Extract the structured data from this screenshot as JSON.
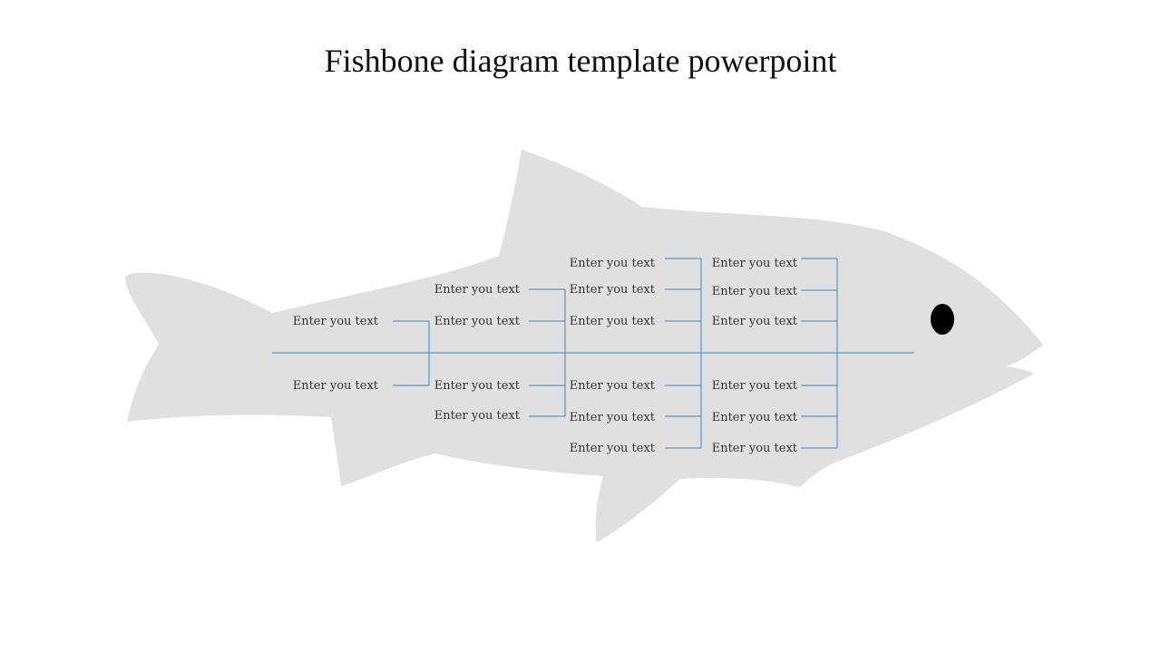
{
  "title": "Fishbone diagram template powerpoint",
  "colors": {
    "fish_body": "#e0e0e0",
    "bone_line": "#3a86c0",
    "eye": "#000000",
    "text": "#333333"
  },
  "labels": {
    "c1": [
      "Enter you text",
      "Enter you text"
    ],
    "c2": [
      "Enter you text",
      "Enter you text",
      "Enter you text",
      "Enter you text"
    ],
    "c3": [
      "Enter you text",
      "Enter you text",
      "Enter you text",
      "Enter you text",
      "Enter you text",
      "Enter you text"
    ],
    "c4": [
      "Enter you text",
      "Enter you text",
      "Enter you text",
      "Enter you text",
      "Enter you text",
      "Enter you text"
    ]
  }
}
